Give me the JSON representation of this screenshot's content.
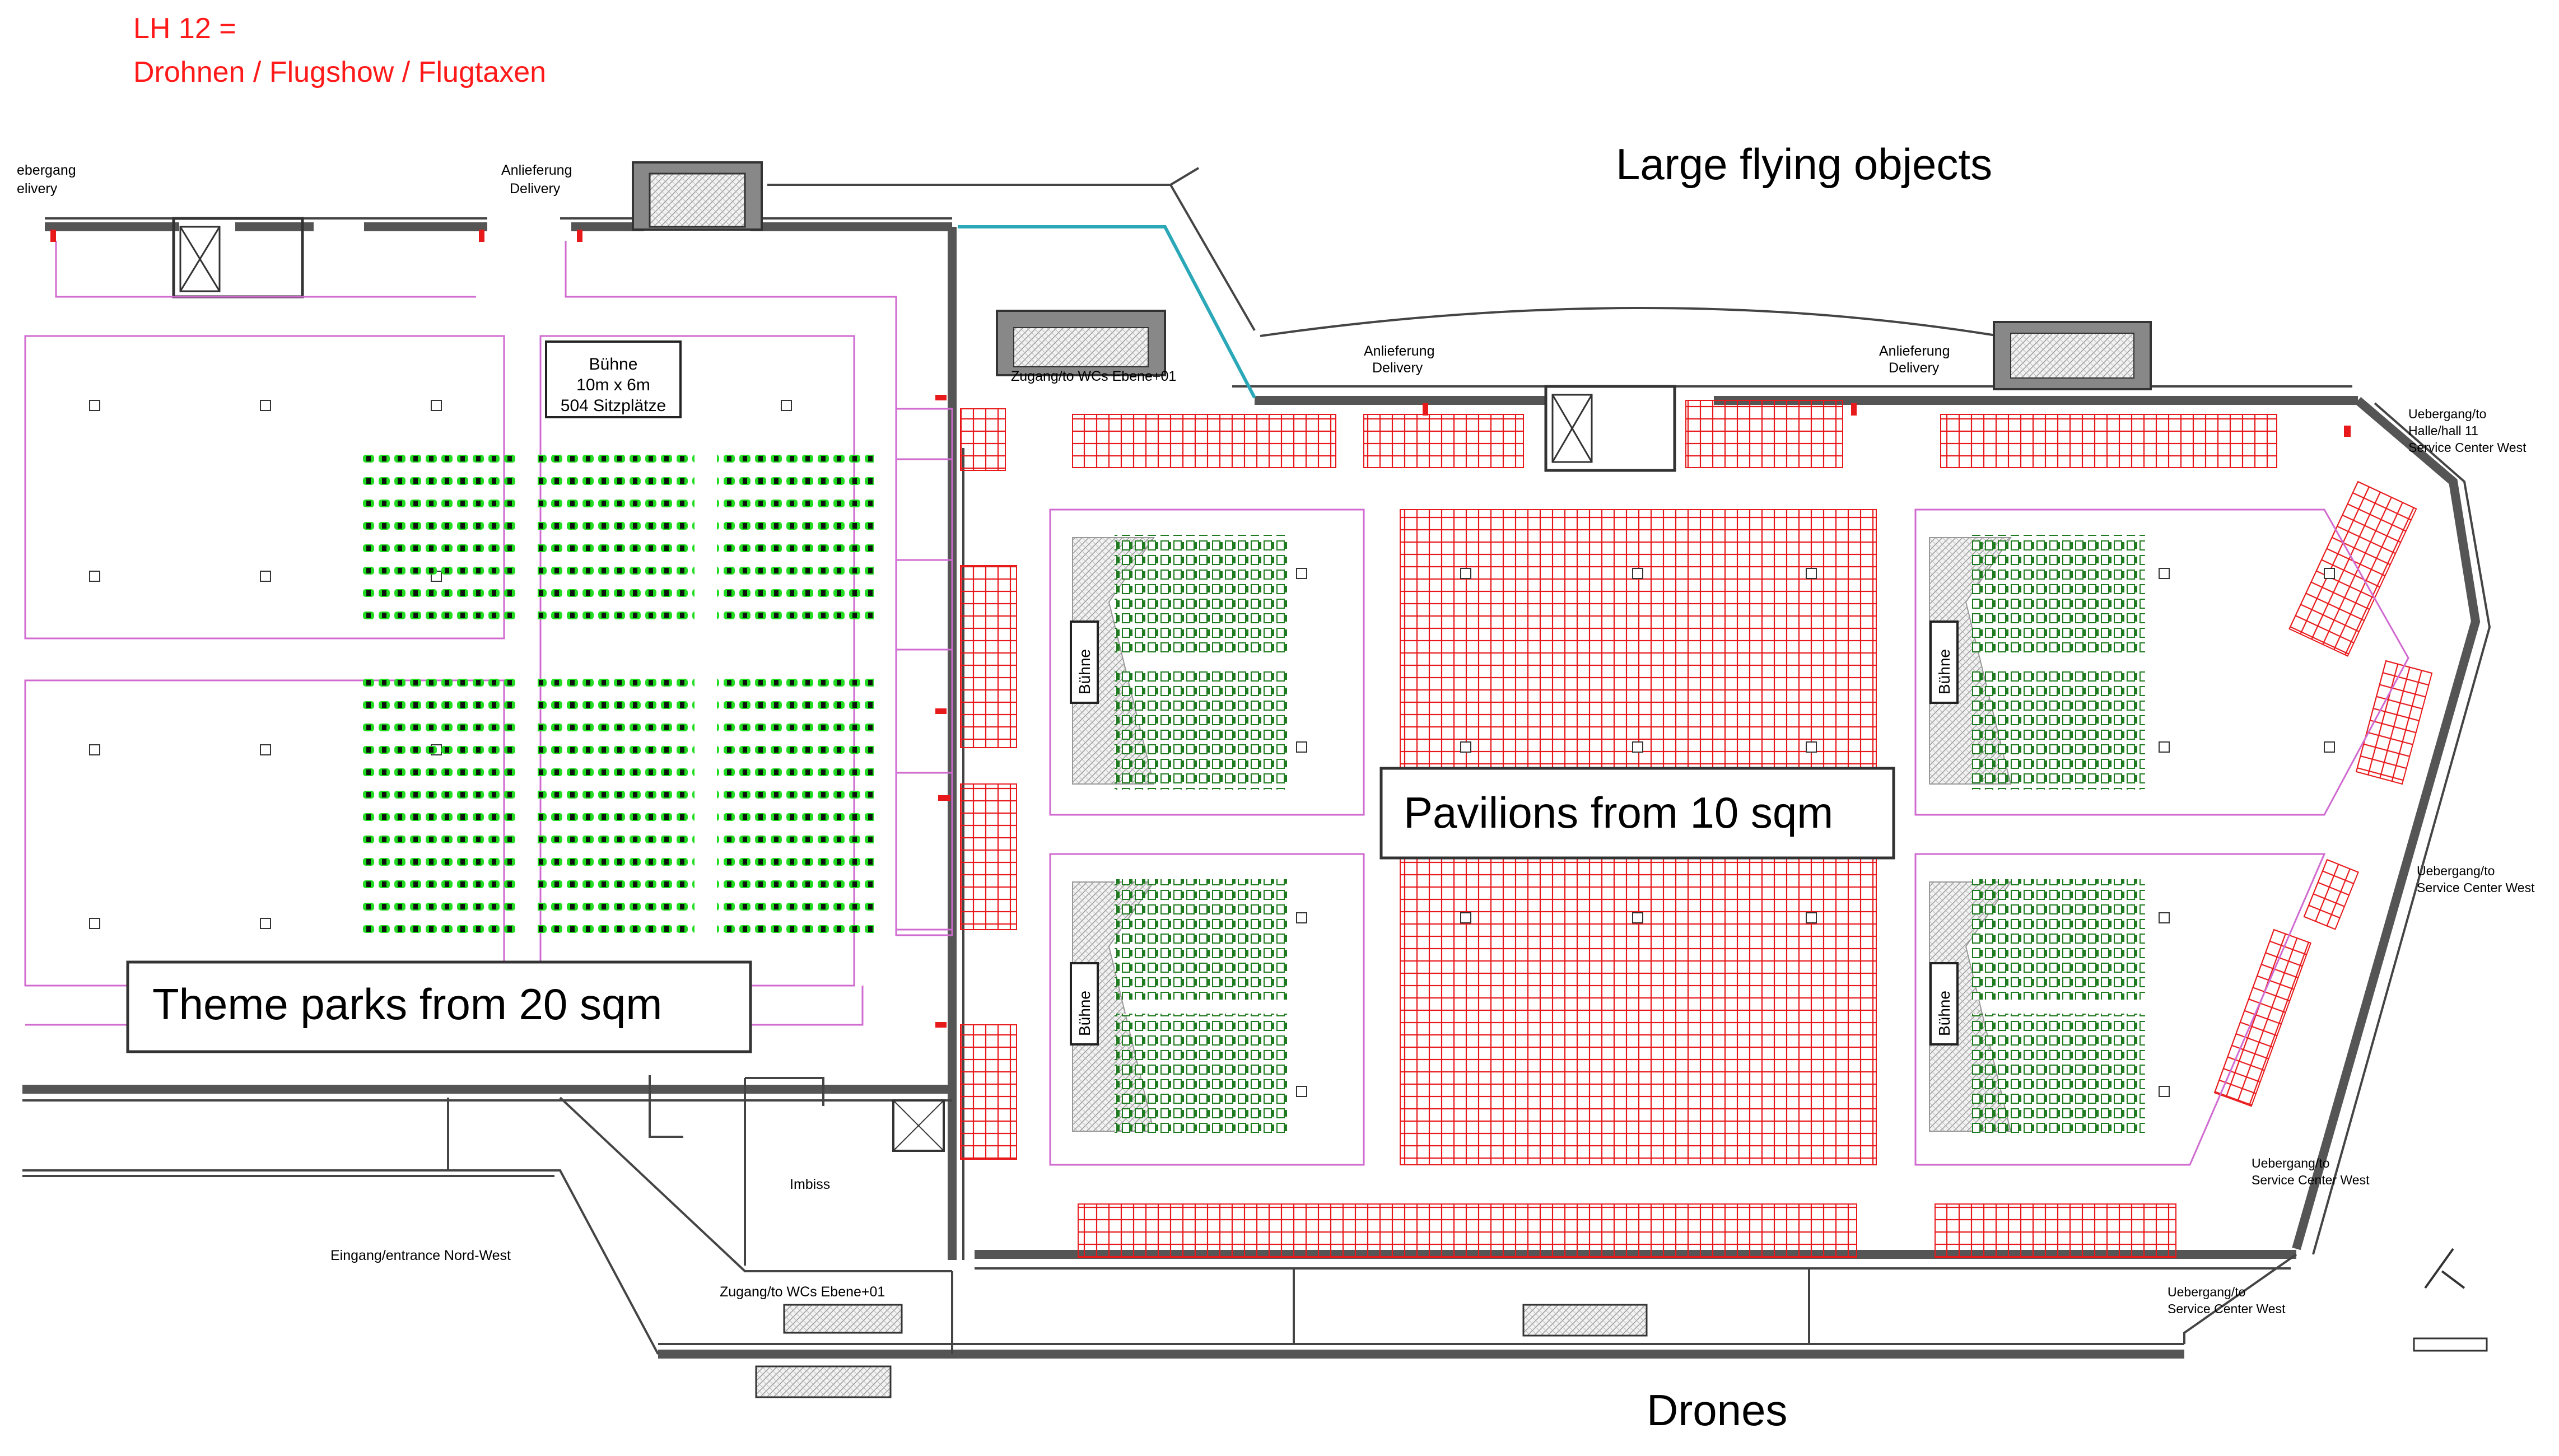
{
  "header": {
    "line1": "LH 12 =",
    "line2": "Drohnen / Flugshow / Flugtaxen"
  },
  "zones": {
    "large_flying": "Large flying objects",
    "drones": "Drones",
    "theme_parks": "Theme parks from 20 sqm",
    "pavilions": "Pavilions from 10 sqm"
  },
  "stage": {
    "title": "Bühne",
    "size": "10m x 6m",
    "seats": "504 Sitzplätze",
    "small_label": "Bühne"
  },
  "labels": {
    "anlieferung_left_1": "Anlieferung",
    "delivery_left_1": "Delivery",
    "anlieferung_mid_1": "Anlieferung",
    "delivery_mid_1": "Delivery",
    "anlieferung_right_1": "Anlieferung",
    "delivery_right_1": "Delivery",
    "zugang_top": "Zugang/to WCs Ebene+01",
    "zugang_bottom": "Zugang/to WCs Ebene+01",
    "imbiss": "Imbiss",
    "eingang": "Eingang/entrance Nord-West",
    "uebergang1_a": "Uebergang/to",
    "uebergang1_b": "Halle/hall 11",
    "uebergang1_c": "Service Center West",
    "uebergang2_a": "Uebergang/to",
    "uebergang2_b": "Service Center West",
    "uebergang3_a": "Uebergang/to",
    "uebergang3_b": "Service Center West",
    "uebergang4_a": "Uebergang/to",
    "uebergang4_b": "Service Center West",
    "left_cut_a": "ebergang",
    "left_cut_b": "elivery"
  },
  "colors": {
    "red_grid": "#e8191b",
    "seats_green": "#22dd22",
    "seats_dark": "#1e7a1e",
    "walls": "#555555",
    "zone_outline": "#d06ad0",
    "header_red": "#ff1a1a"
  }
}
